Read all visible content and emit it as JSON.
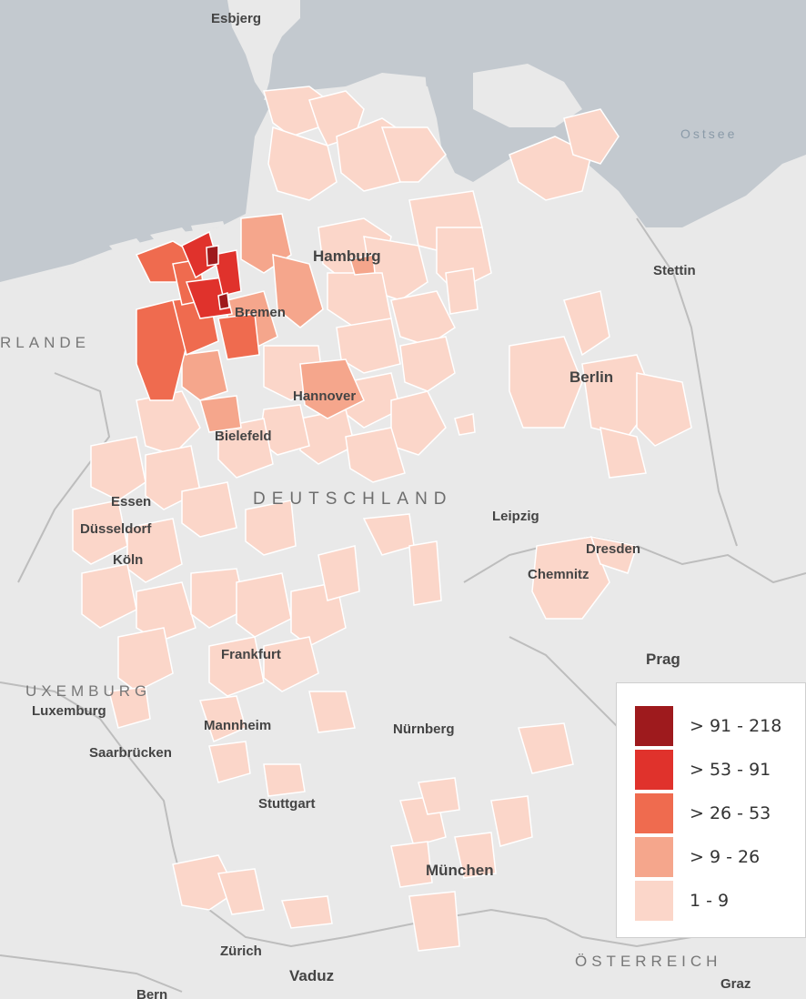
{
  "labels": {
    "cities": {
      "esbjerg": "Esbjerg",
      "hamburg": "Hamburg",
      "bremen": "Bremen",
      "stettin": "Stettin",
      "berlin": "Berlin",
      "hannover": "Hannover",
      "bielefeld": "Bielefeld",
      "essen": "Essen",
      "duesseldorf": "Düsseldorf",
      "koeln": "Köln",
      "leipzig": "Leipzig",
      "dresden": "Dresden",
      "chemnitz": "Chemnitz",
      "frankfurt": "Frankfurt",
      "prag": "Prag",
      "luxemburg": "Luxemburg",
      "mannheim": "Mannheim",
      "nuernberg": "Nürnberg",
      "saarbruecken": "Saarbrücken",
      "stuttgart": "Stuttgart",
      "muenchen": "München",
      "zuerich": "Zürich",
      "vaduz": "Vaduz",
      "bern": "Bern",
      "graz": "Graz"
    },
    "countries": {
      "deutschland": "DEUTSCHLAND",
      "niederlande_partial": "RLANDE",
      "luxemburg_partial": "UXEMBURG",
      "oesterreich": "ÖSTERREICH"
    },
    "seas": {
      "ostsee": "Ostsee"
    }
  },
  "legend": {
    "items": [
      {
        "label": "> 91 - 218",
        "color": "#9e1a1d"
      },
      {
        "label": "> 53 - 91",
        "color": "#e0322c"
      },
      {
        "label": "> 26 - 53",
        "color": "#ef6b4f"
      },
      {
        "label": "> 9 - 26",
        "color": "#f5a68c"
      },
      {
        "label": "1 - 9",
        "color": "#fbd6c9"
      }
    ]
  },
  "colors": {
    "water": "#c3c9cf",
    "land": "#e9e9e9",
    "border": "#bdbdbd",
    "region_stroke": "#ffffff"
  }
}
